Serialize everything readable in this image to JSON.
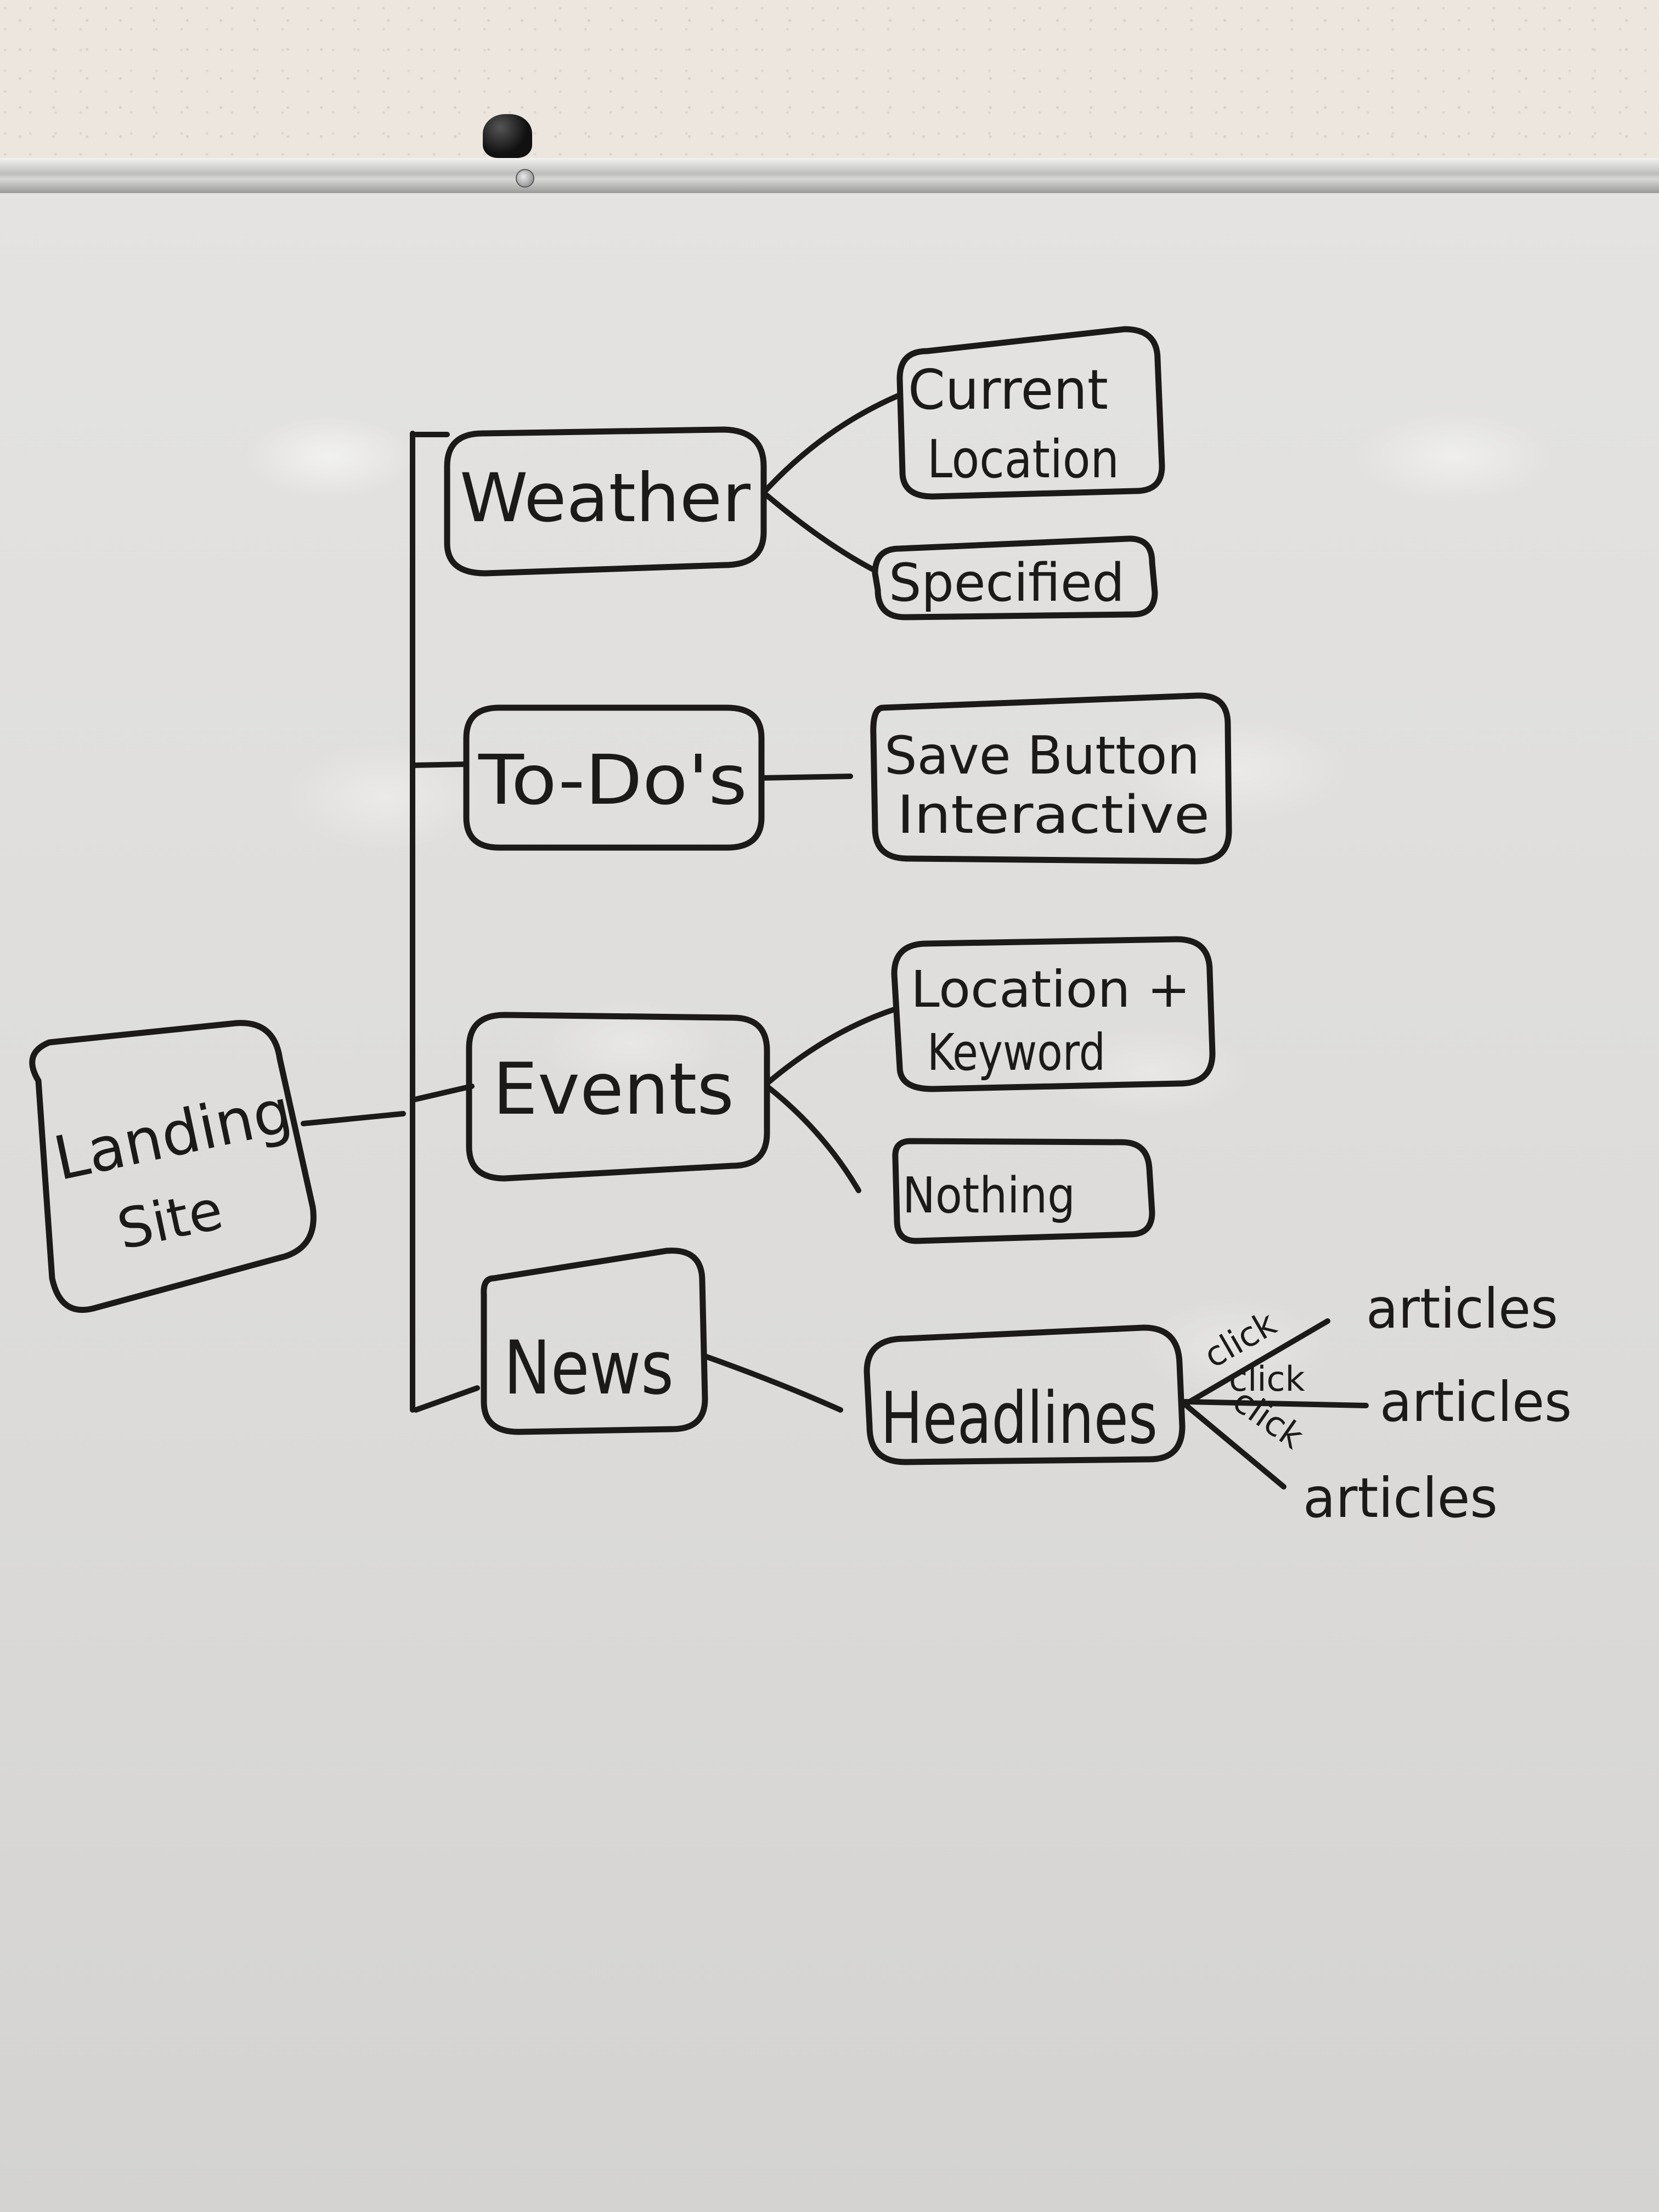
{
  "nodes": {
    "landing": {
      "line1": "Landing",
      "line2": "Site"
    },
    "weather": "Weather",
    "todos": "To-Do's",
    "events": "Events",
    "news": "News",
    "current_location": {
      "line1": "Current",
      "line2": "Location"
    },
    "specified": "Specified",
    "save_button": {
      "line1": "Save Button",
      "line2": "Interactive"
    },
    "location_keyword": {
      "line1": "Location +",
      "line2": "Keyword"
    },
    "nothing": "Nothing",
    "headlines": "Headlines"
  },
  "edges": {
    "click_label": "click",
    "articles_label": "articles"
  },
  "marker_color": "#1c1a19"
}
